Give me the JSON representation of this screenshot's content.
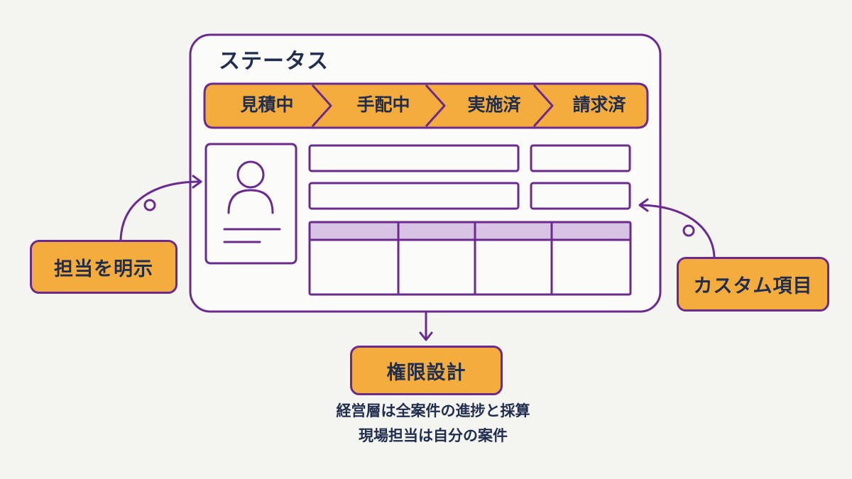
{
  "window": {
    "status_title": "ステータス"
  },
  "status_pipeline": {
    "stages": [
      {
        "label": "見積中"
      },
      {
        "label": "手配中"
      },
      {
        "label": "実施済"
      },
      {
        "label": "請求済"
      }
    ]
  },
  "callouts": {
    "assignee": "担当を明示",
    "custom_fields": "カスタム項目",
    "permissions": "権限設計"
  },
  "permissions_note": {
    "line1": "経営層は全案件の進捗と採算",
    "line2": "現場担当は自分の案件"
  },
  "colors": {
    "frame_purple": "#6b2a8e",
    "accent_orange": "#f4ac3d",
    "header_lavender": "#d8c3e4",
    "text_navy": "#1f2d4e",
    "background": "#f4f4f1"
  }
}
